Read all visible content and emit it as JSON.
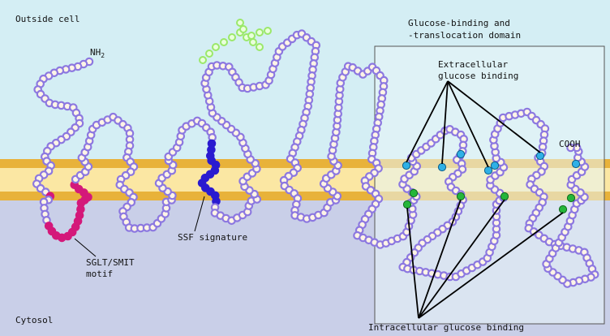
{
  "regions": {
    "outside": "Outside cell",
    "cytosol": "Cytosol"
  },
  "termini": {
    "n_terminus": "NH",
    "n_terminus_subscript": "2",
    "c_terminus": "COOH"
  },
  "domain_box": {
    "title_line1": "Glucose-binding and",
    "title_line2": "-translocation domain"
  },
  "labels": {
    "extracellular_line1": "Extracellular",
    "extracellular_line2": "glucose binding",
    "intracellular": "Intracellular glucose binding",
    "ssf": "SSF signature",
    "sglt_line1": "SGLT/SMIT",
    "sglt_line2": "motif"
  },
  "colors": {
    "outside_bg": "#d4eef4",
    "cytosol_bg": "#c9cfe8",
    "membrane_band": "#e8b23a",
    "membrane_core": "#fbe7a3",
    "residue": "#8c78e0",
    "residue_stroke": "#3b2aa0",
    "sglt_motif": "#d4187a",
    "ssf_signature": "#2a1bd0",
    "extracellular_site": "#2fb0e6",
    "intracellular_site": "#25b63a",
    "glycan": "#9be86a",
    "domain_box": "#e8f6f8"
  }
}
